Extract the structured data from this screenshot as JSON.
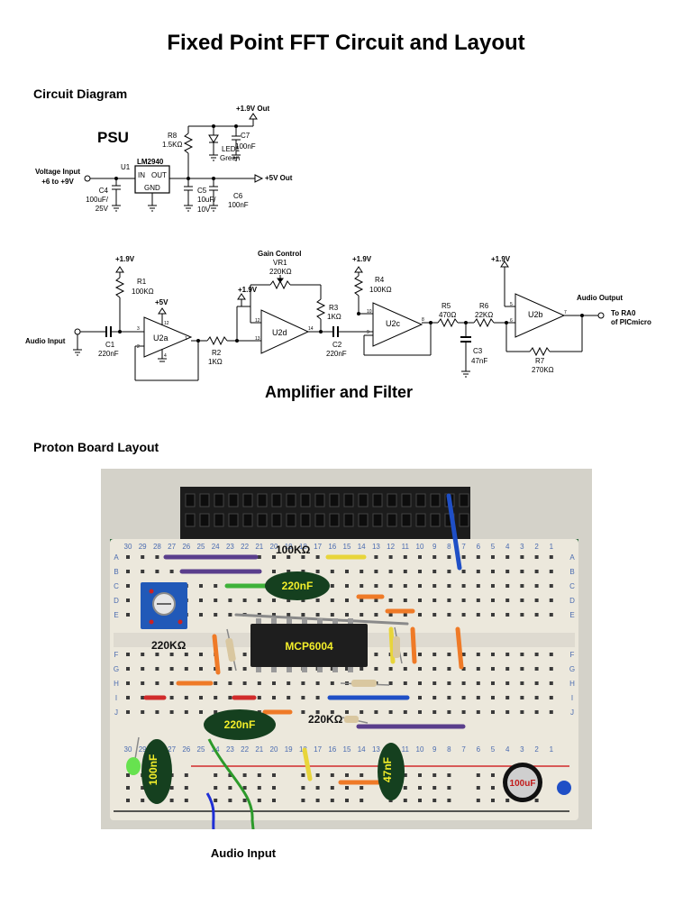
{
  "title": "Fixed Point FFT Circuit and Layout",
  "sections": {
    "circuit": "Circuit Diagram",
    "layout": "Proton Board Layout"
  },
  "psu": {
    "heading": "PSU",
    "voltage_input_1": "Voltage Input",
    "voltage_input_2": "+6 to +9V",
    "u1": "U1",
    "regulator": "LM2940",
    "pin_in": "IN",
    "pin_out": "OUT",
    "pin_gnd": "GND",
    "c4_1": "C4",
    "c4_2": "100uF/",
    "c4_3": "25V",
    "c5_1": "C5",
    "c5_2": "10uF/",
    "c5_3": "10V",
    "c6_1": "C6",
    "c6_2": "100nF",
    "c7_1": "C7",
    "c7_2": "100nF",
    "r8_1": "R8",
    "r8_2": "1.5KΩ",
    "led_1": "LED1",
    "led_2": "Green",
    "out_19": "+1.9V Out",
    "out_5": "+5V Out"
  },
  "amp": {
    "heading": "Amplifier and Filter",
    "audio_input": "Audio Input",
    "c1_1": "C1",
    "c1_2": "220nF",
    "r1_1": "R1",
    "r1_2": "100KΩ",
    "v19_a": "+1.9V",
    "v5": "+5V",
    "u2a": "U2a",
    "r2_1": "R2",
    "r2_2": "1KΩ",
    "gain_1": "Gain Control",
    "gain_2": "VR1",
    "gain_3": "220KΩ",
    "v19_b": "+1.9V",
    "u2d": "U2d",
    "r3_1": "R3",
    "r3_2": "1KΩ",
    "c2_1": "C2",
    "c2_2": "220nF",
    "v19_c": "+1.9V",
    "r4_1": "R4",
    "r4_2": "100KΩ",
    "u2c": "U2c",
    "r5_1": "R5",
    "r5_2": "470Ω",
    "r6_1": "R6",
    "r6_2": "22KΩ",
    "c3_1": "C3",
    "c3_2": "47nF",
    "v19_d": "+1.9V",
    "u2b": "U2b",
    "r7_1": "R7",
    "r7_2": "270KΩ",
    "out_1": "Audio Output",
    "out_2": "To RA0",
    "out_3": "of PICmicro",
    "pins": {
      "p3": "3",
      "p12a": "12",
      "p2": "2",
      "p4": "4",
      "p1": "1",
      "p12b": "12",
      "p13": "13",
      "p14": "14",
      "p10": "10",
      "p9": "9",
      "p8": "8",
      "p5": "5",
      "p6": "6",
      "p7": "7"
    }
  },
  "board": {
    "chip": "MCP6004",
    "c_top": "220nF",
    "c_mid": "220nF",
    "c_100n": "100nF",
    "c_47n": "47nF",
    "c_100u": "100uF",
    "r_100k": "100KΩ",
    "vr_220k": "220KΩ",
    "r_220k": "220KΩ",
    "audio_input": "Audio Input",
    "col_numbers": [
      "30",
      "29",
      "28",
      "27",
      "26",
      "25",
      "24",
      "23",
      "22",
      "21",
      "20",
      "19",
      "18",
      "17",
      "16",
      "15",
      "14",
      "13",
      "12",
      "11",
      "10",
      "9",
      "8",
      "7",
      "6",
      "5",
      "4",
      "3",
      "2",
      "1"
    ],
    "row_letters": [
      "A",
      "B",
      "C",
      "D",
      "E",
      "F",
      "G",
      "H",
      "I",
      "J"
    ]
  },
  "colors": {
    "breadboard": "#ece8dc",
    "board_bg": "#d4d2c9",
    "capacitor_green": "#15401f",
    "cap_text_yellow": "#f3ee2a",
    "pot_blue": "#2159b8",
    "wire_purple": "#5a3e8c",
    "wire_green": "#3fb23a",
    "wire_blue": "#1f4fc6",
    "wire_orange": "#ef7a27",
    "wire_red": "#d12b2b",
    "wire_yellow": "#e8d53a"
  }
}
